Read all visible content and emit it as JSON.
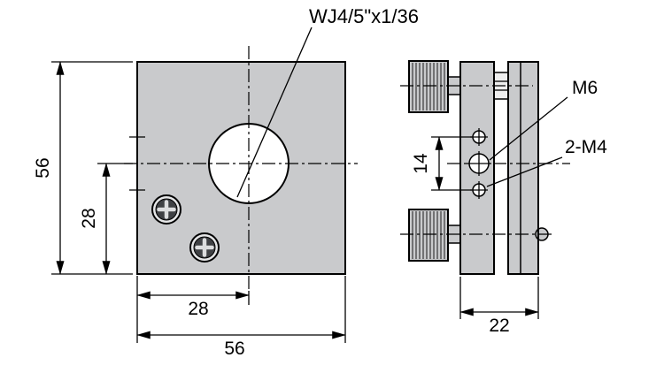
{
  "drawing": {
    "views": {
      "front": {
        "callout_thread": "WJ4/5\"x1/36",
        "dim_height": "56",
        "dim_hole_offset_y": "28",
        "dim_hole_offset_x": "28",
        "dim_width": "56"
      },
      "side": {
        "callout_m6": "M6",
        "callout_m4": "2-M4",
        "dim_hole_spacing": "14",
        "dim_thickness": "22"
      }
    },
    "colors": {
      "plate_fill": "#c9cacc",
      "hole_fill": "#ffffff",
      "nut_fill": "#eeeeee",
      "screw_ring": "#e6e7e8",
      "screw_dark": "#3f4144",
      "screw_cross": "#dcddde",
      "line": "#000000",
      "background": "#ffffff"
    }
  }
}
